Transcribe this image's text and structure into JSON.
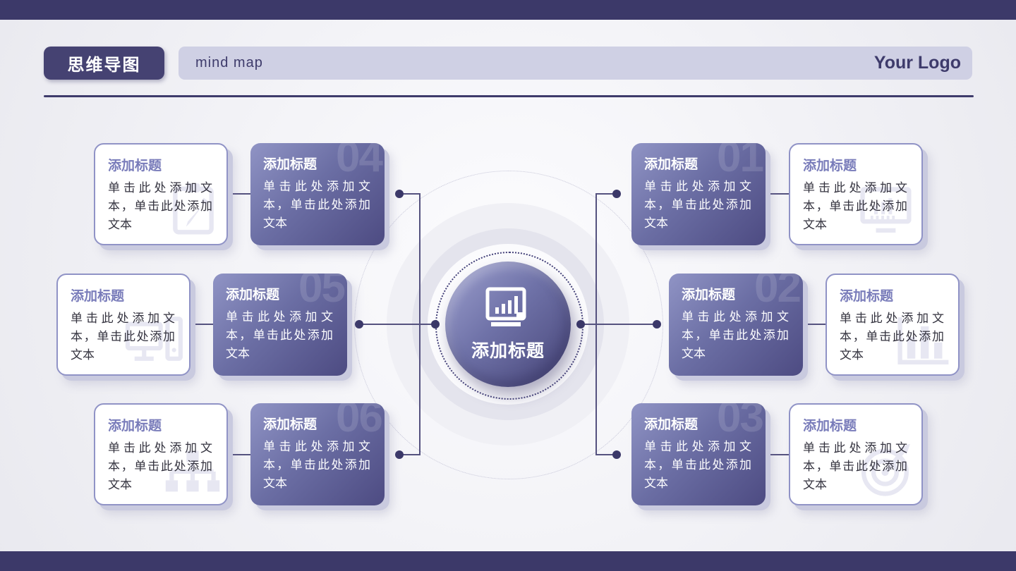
{
  "header": {
    "badge": "思维导图",
    "subtitle": "mind map",
    "logo": "Your Logo"
  },
  "center": {
    "title": "添加标题",
    "icon": "monitor-bar-chart-icon"
  },
  "placeholder": {
    "title": "添加标题",
    "body": "单击此处添加文本，单击此处添加文本"
  },
  "branches": {
    "left": [
      {
        "number": "04",
        "inner": {
          "title": "添加标题",
          "body": "单击此处添加文本，单击此处添加文本"
        },
        "outer": {
          "title": "添加标题",
          "body": "单击此处添加文本，单击此处添加文本",
          "icon": "clipboard-pen-icon"
        }
      },
      {
        "number": "05",
        "inner": {
          "title": "添加标题",
          "body": "单击此处添加文本，单击此处添加文本"
        },
        "outer": {
          "title": "添加标题",
          "body": "单击此处添加文本，单击此处添加文本",
          "icon": "desktop-computer-icon"
        }
      },
      {
        "number": "06",
        "inner": {
          "title": "添加标题",
          "body": "单击此处添加文本，单击此处添加文本"
        },
        "outer": {
          "title": "添加标题",
          "body": "单击此处添加文本，单击此处添加文本",
          "icon": "sitemap-icon"
        }
      }
    ],
    "right": [
      {
        "number": "01",
        "inner": {
          "title": "添加标题",
          "body": "单击此处添加文本，单击此处添加文本"
        },
        "outer": {
          "title": "添加标题",
          "body": "单击此处添加文本，单击此处添加文本",
          "icon": "monitor-chart-icon"
        }
      },
      {
        "number": "02",
        "inner": {
          "title": "添加标题",
          "body": "单击此处添加文本，单击此处添加文本"
        },
        "outer": {
          "title": "添加标题",
          "body": "单击此处添加文本，单击此处添加文本",
          "icon": "bar-chart-icon"
        }
      },
      {
        "number": "03",
        "inner": {
          "title": "添加标题",
          "body": "单击此处添加文本，单击此处添加文本"
        },
        "outer": {
          "title": "添加标题",
          "body": "单击此处添加文本，单击此处添加文本",
          "icon": "target-icon"
        }
      }
    ]
  },
  "colors": {
    "edge_bar": "#3C3969",
    "badge_bg": "#454272",
    "band_bg": "#CFD0E4",
    "navy_text": "#3E3B6B",
    "card_gradient_start": "#9094C5",
    "card_gradient_end": "#4D4B82",
    "white_card_border": "#9093C6",
    "title_purple": "#797CBA",
    "body_text": "#34333F",
    "connector_line": "#55527F",
    "connector_dot": "#3B3869"
  }
}
